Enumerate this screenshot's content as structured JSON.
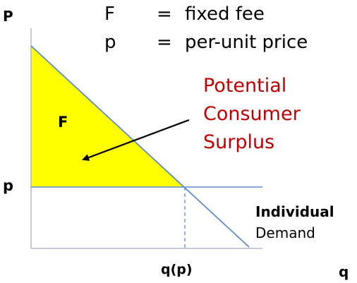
{
  "axes": {
    "y_label": "P",
    "x_label": "q"
  },
  "legend": {
    "row1": {
      "symbol": "F",
      "eq": "=",
      "text": "fixed fee"
    },
    "row2": {
      "symbol": "p",
      "eq": "=",
      "text": "per-unit price"
    }
  },
  "labels": {
    "fee_region": "F",
    "price_level": "p",
    "quantity_at_price": "q(p)",
    "annotation": [
      "Potential",
      "Consumer",
      "Surplus"
    ],
    "demand_bold": "Individual",
    "demand_plain": "Demand"
  },
  "colors": {
    "surplus_fill": "#ffff00",
    "demand_line": "#5b8bd0",
    "price_line": "#5b8bd0",
    "axis": "#b0b8c8",
    "annotation_text": "#c00000",
    "arrow": "#000000"
  }
}
